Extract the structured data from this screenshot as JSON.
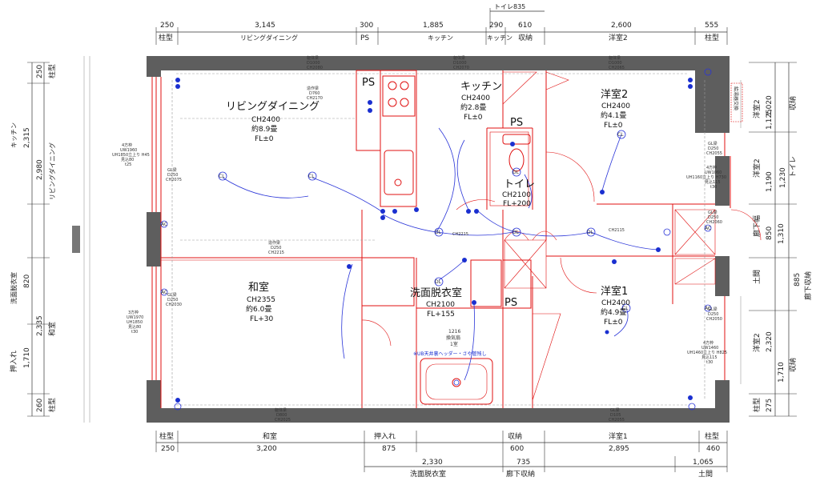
{
  "top_dims": {
    "toilet_sum": "トイレ835",
    "values": [
      "250",
      "3,145",
      "300",
      "1,885",
      "290",
      "610",
      "2,600",
      "555"
    ],
    "labels": [
      "柱型",
      "リビングダイニング",
      "PS",
      "キッチン",
      "キッチン",
      "収納",
      "洋室2",
      "柱型"
    ]
  },
  "bottom_dims": {
    "labels": [
      "柱型",
      "和室",
      "押入れ",
      "収納",
      "洋室1",
      "柱型"
    ],
    "values": [
      "250",
      "3,200",
      "875",
      "600",
      "2,895",
      "460"
    ],
    "values2": [
      "2,330",
      "735",
      "1,065"
    ],
    "labels2": [
      "洗面脱衣室",
      "廊下収納",
      "土間"
    ]
  },
  "left_dims": {
    "values": [
      "250",
      "2,315",
      "2,980",
      "820",
      "2,335",
      "1,710",
      "260"
    ],
    "labels": [
      "柱型",
      "キッチン",
      "リビングダイニング",
      "洗面脱衣室",
      "和室",
      "押入れ",
      "柱型"
    ]
  },
  "right_dims": {
    "values": [
      "1,020",
      "1,125",
      "1,230",
      "1,190",
      "1,310",
      "850",
      "885",
      "2,320",
      "1,710",
      "275"
    ],
    "labels": [
      "収納",
      "洋室2",
      "トイレ",
      "洋室2",
      "土間",
      "廊下幅",
      "廊下収納",
      "洋室2",
      "収納",
      "柱型"
    ]
  },
  "rooms": {
    "ldk": {
      "name": "リビングダイニング",
      "ch": "CH2400",
      "area": "約8.9畳",
      "fl": "FL±0"
    },
    "kitchen": {
      "name": "キッチン",
      "ch": "CH2400",
      "area": "約2.8畳",
      "fl": "FL±0"
    },
    "western2": {
      "name": "洋室2",
      "ch": "CH2400",
      "area": "約4.1畳",
      "fl": "FL±0"
    },
    "toilet": {
      "name": "トイレ",
      "ch": "CH2100",
      "fl": "FL+200"
    },
    "japanese": {
      "name": "和室",
      "ch": "CH2355",
      "area": "約6.0畳",
      "fl": "FL+30"
    },
    "washroom": {
      "name": "洗面脱衣室",
      "ch": "CH2100",
      "fl": "FL+155"
    },
    "western1": {
      "name": "洋室1",
      "ch": "CH2400",
      "area": "約4.9畳",
      "fl": "FL±0"
    }
  },
  "ps_labels": [
    "PS",
    "PS",
    "PS"
  ],
  "fan": {
    "model": "1216",
    "name": "換気扇",
    "count": "1室"
  },
  "ub_note": "※UB天井裏ヘッダー・さや管残し",
  "vertical_note": "給湯器交換",
  "notes": {
    "beam_top1": "躯体梁",
    "beam_top1b": "D1000",
    "beam_top1c": "CH2080",
    "beam_top2": "躯体梁",
    "beam_top2b": "D1000",
    "beam_top2c": "CH2070",
    "beam_top3": "躯体梁",
    "beam_top3b": "D1000",
    "beam_top3c": "CH2065",
    "zosaku1": "造作梁",
    "zosaku1b": "D760",
    "zosaku1c": "CH2170",
    "zosaku2": "造作梁",
    "zosaku2b": "D250",
    "zosaku2c": "CH2215",
    "ch2215": "CH2215",
    "ch2115": "CH2115",
    "win1": "4方枠",
    "win1b": "UW1960",
    "win1c": "UH1850立上り H45",
    "win1d": "見込80",
    "win1e": "t25",
    "gl1": "GL梁",
    "gl1b": "D250",
    "gl1c": "CH2075",
    "gl2": "GL梁",
    "gl2b": "D250",
    "gl2c": "CH2030",
    "win2": "3方枠",
    "win2b": "UW1970",
    "win2c": "UH1850",
    "win2d": "見込80",
    "win2e": "t30",
    "gl3": "GL梁",
    "gl3b": "D250",
    "gl3c": "CH2055",
    "win3": "4方枠",
    "win3b": "UW1060",
    "win3c": "UH1160立上り H730",
    "win3d": "見込115",
    "win3e": "t30",
    "gl4": "GL梁",
    "gl4b": "D250",
    "gl4c": "CH2060",
    "gl5": "GL梁",
    "gl5b": "D250",
    "gl5c": "CH2050",
    "win4": "4方枠",
    "win4b": "UW1460",
    "win4c": "UH1460立上り H825",
    "win4d": "見込115",
    "win4e": "t30",
    "beam_bot1": "躯体梁",
    "beam_bot1b": "D800",
    "beam_bot1c": "CH2025",
    "beam_bot2": "GL梁",
    "beam_bot2b": "D105",
    "beam_bot2c": "CH2055"
  },
  "symbols": {
    "ceiling_light": "CL",
    "down_light": "DL",
    "switch_mark": "AC"
  }
}
